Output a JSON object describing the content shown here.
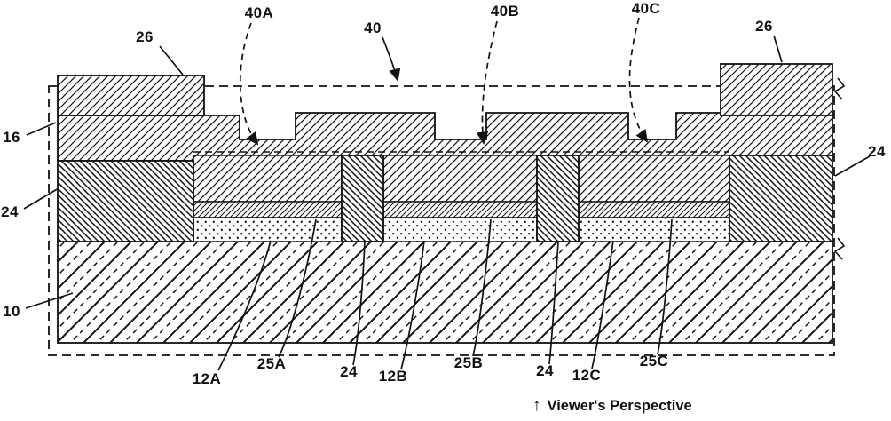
{
  "figure": {
    "caption": "Viewer's Perspective",
    "caption_arrow": "↑",
    "colors": {
      "ink": "#111111",
      "paper": "#ffffff"
    },
    "labels": {
      "l26_left": "26",
      "l40A": "40A",
      "l40": "40",
      "l40B": "40B",
      "l40C": "40C",
      "l26_right": "26",
      "l16": "16",
      "l24_left": "24",
      "l10": "10",
      "l24_right": "24",
      "l12A": "12A",
      "l25A": "25A",
      "l24_mid1": "24",
      "l12B": "12B",
      "l25B": "25B",
      "l24_mid2": "24",
      "l12C": "12C",
      "l25C": "25C"
    }
  }
}
